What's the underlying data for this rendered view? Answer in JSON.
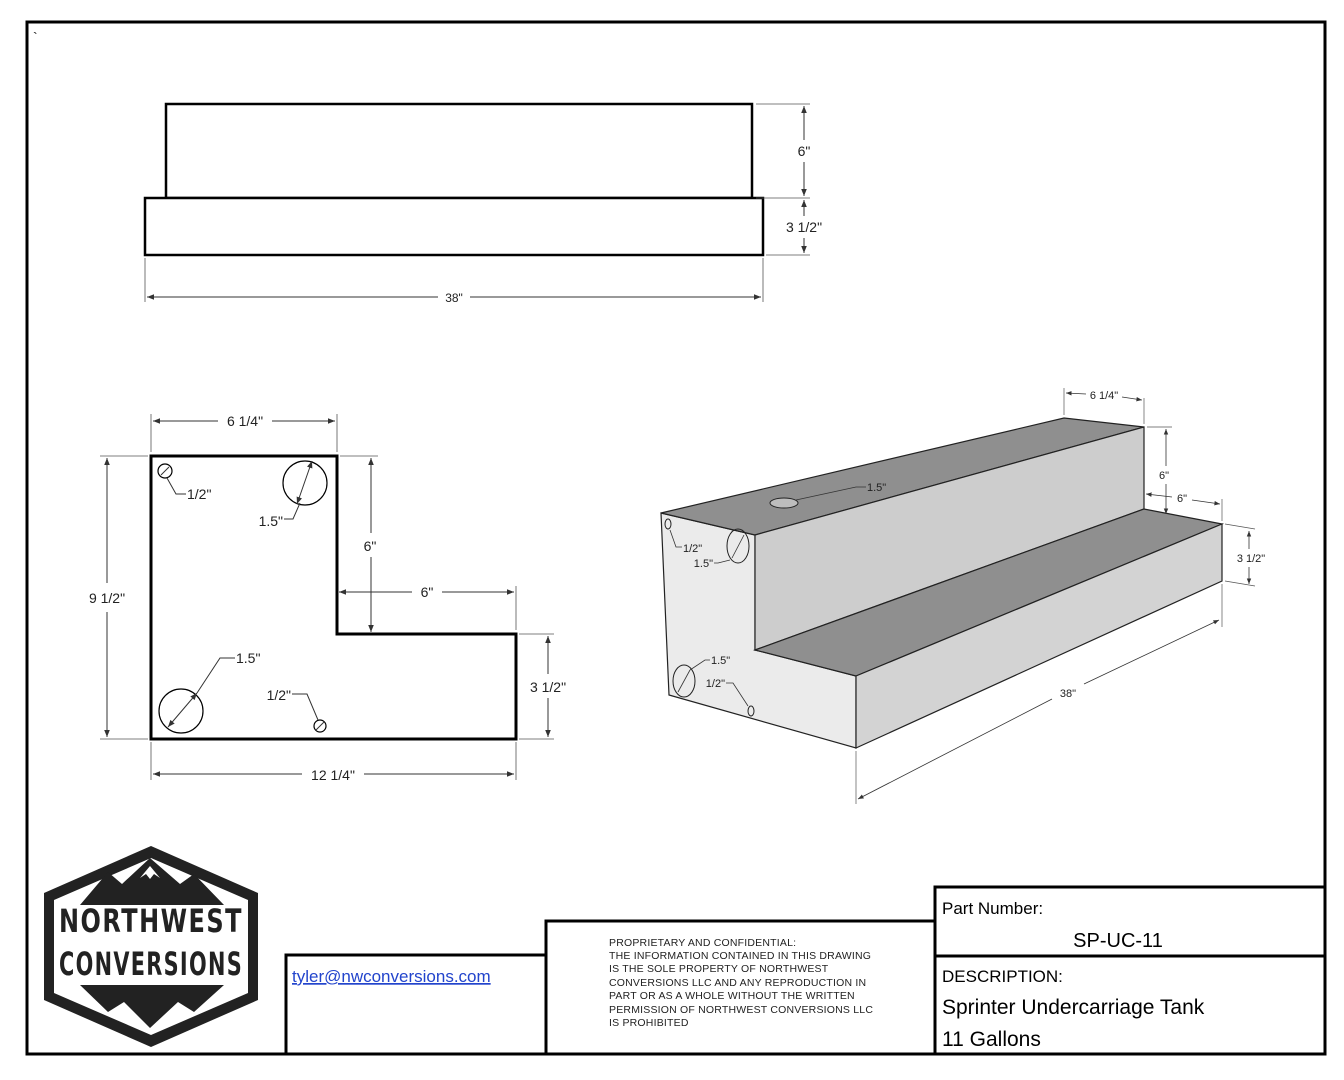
{
  "corner_mark": "`",
  "top_view": {
    "dims": {
      "upper_height": "6\"",
      "lower_height": "3 1/2\"",
      "length": "38\""
    }
  },
  "side_view": {
    "dims": {
      "top_width": "6 1/4\"",
      "total_height": "9 1/2\"",
      "step_height": "6\"",
      "step_width": "6\"",
      "lower_height": "3 1/2\"",
      "total_width": "12 1/4\""
    },
    "holes": {
      "small_top": "1/2\"",
      "large_top": "1.5\"",
      "large_bottom": "1.5\"",
      "small_bottom": "1/2\""
    }
  },
  "iso_view": {
    "dims": {
      "top_width": "6 1/4\"",
      "step_height": "6\"",
      "step_width": "6\"",
      "lower_height": "3 1/2\"",
      "length": "38\""
    },
    "holes": {
      "top_hole": "1.5\"",
      "small_top": "1/2\"",
      "large_top": "1.5\"",
      "large_bottom": "1.5\"",
      "small_bottom": "1/2\""
    }
  },
  "logo": {
    "line1": "NORTHWEST",
    "line2": "CONVERSIONS"
  },
  "title_block": {
    "email": "tyler@nwconversions.com",
    "legal": [
      "PROPRIETARY AND CONFIDENTIAL:",
      "THE INFORMATION CONTAINED IN THIS DRAWING",
      "IS THE SOLE PROPERTY OF NORTHWEST",
      "CONVERSIONS LLC AND ANY REPRODUCTION IN",
      "PART OR AS A WHOLE WITHOUT THE WRITTEN",
      "PERMISSION OF NORTHWEST CONVERSIONS LLC",
      "IS PROHIBITED"
    ],
    "part_number_label": "Part Number:",
    "part_number": "SP-UC-11",
    "description_label": "DESCRIPTION:",
    "description_line1": "Sprinter Undercarriage Tank",
    "description_line2": "11 Gallons"
  }
}
